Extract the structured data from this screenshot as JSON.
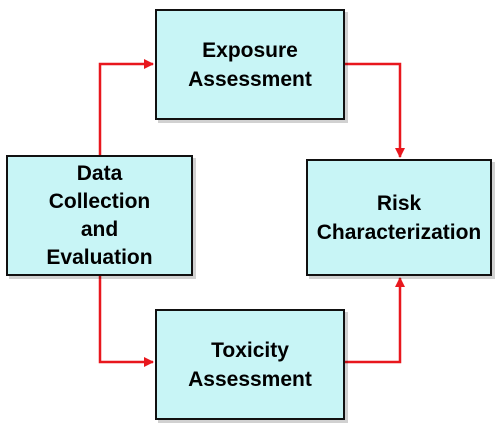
{
  "diagram": {
    "nodes": {
      "exposure": {
        "lines": [
          "Exposure",
          "Assessment"
        ]
      },
      "data": {
        "lines": [
          "Data",
          "Collection",
          "and",
          "Evaluation"
        ]
      },
      "risk": {
        "lines": [
          "Risk",
          "Characterization"
        ]
      },
      "toxicity": {
        "lines": [
          "Toxicity",
          "Assessment"
        ]
      }
    },
    "edges": [
      {
        "from": "data",
        "to": "exposure"
      },
      {
        "from": "exposure",
        "to": "risk"
      },
      {
        "from": "data",
        "to": "toxicity"
      },
      {
        "from": "toxicity",
        "to": "risk"
      }
    ],
    "colors": {
      "box_fill": "#c8f5f6",
      "box_border": "#111111",
      "arrow": "#e8171d"
    }
  }
}
